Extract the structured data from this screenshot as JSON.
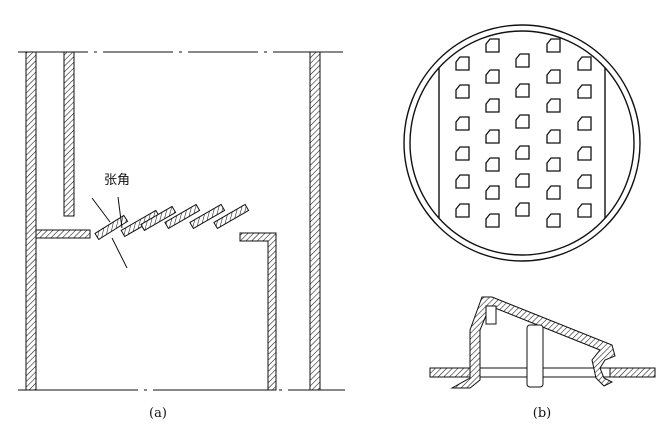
{
  "annotations": {
    "angle_label": "张角"
  },
  "captions": {
    "a": "(a)",
    "b": "(b)"
  },
  "colors": {
    "line": "#111111",
    "background": "#ffffff"
  }
}
